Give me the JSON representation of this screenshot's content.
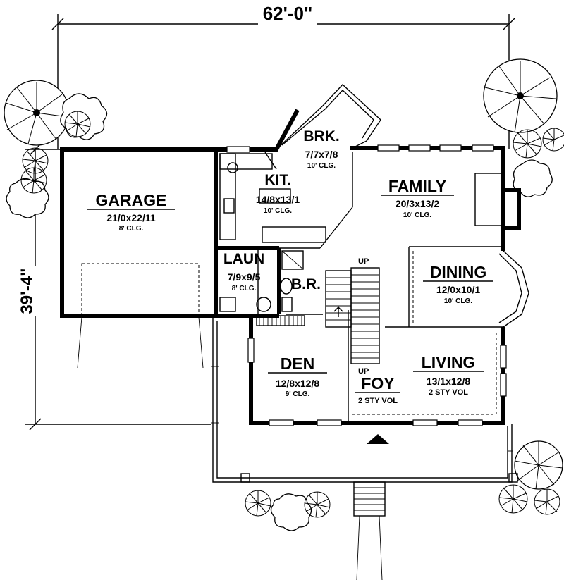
{
  "dimensions": {
    "width_label": "62'-0\"",
    "depth_label": "39'-4\""
  },
  "rooms": [
    {
      "key": "garage",
      "name": "GARAGE",
      "size": "21/0x22/11",
      "ceiling": "8' CLG."
    },
    {
      "key": "kit",
      "name": "KIT.",
      "size": "14/8x13/1",
      "ceiling": "10' CLG."
    },
    {
      "key": "brk",
      "name": "BRK.",
      "size": "7/7x7/8",
      "ceiling": "10' CLG."
    },
    {
      "key": "family",
      "name": "FAMILY",
      "size": "20/3x13/2",
      "ceiling": "10' CLG."
    },
    {
      "key": "laun",
      "name": "LAUN",
      "size": "7/9x9/5",
      "ceiling": "8' CLG."
    },
    {
      "key": "br",
      "name": "B.R.",
      "size": "",
      "ceiling": ""
    },
    {
      "key": "dining",
      "name": "DINING",
      "size": "12/0x10/1",
      "ceiling": "10' CLG."
    },
    {
      "key": "den",
      "name": "DEN",
      "size": "12/8x12/8",
      "ceiling": "9' CLG."
    },
    {
      "key": "foy",
      "name": "FOY",
      "size": "",
      "ceiling": "2 STY VOL"
    },
    {
      "key": "living",
      "name": "LIVING",
      "size": "13/1x12/8",
      "ceiling": "2 STY VOL"
    }
  ],
  "stair_labels": {
    "up_top": "UP",
    "up_bottom": "UP"
  },
  "icons": [
    "tree-icon",
    "shrub-icon",
    "entry-arrow-icon"
  ]
}
